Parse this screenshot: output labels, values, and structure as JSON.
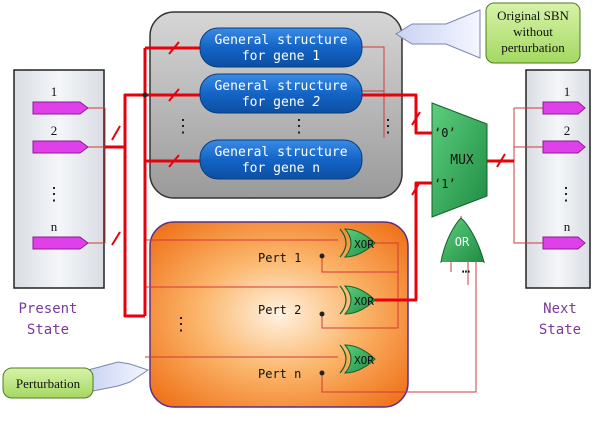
{
  "callouts": {
    "original_sbn": [
      "Original SBN",
      "without",
      "perturbation"
    ],
    "perturbation": "Perturbation"
  },
  "gene_blocks": [
    {
      "line1": "General structure",
      "line2": "for gene 1"
    },
    {
      "line1": "General structure",
      "line2": "for gene ",
      "line2_em": "2"
    },
    {
      "line1": "General structure",
      "line2": "for gene n"
    }
  ],
  "present_state": {
    "labels": [
      "1",
      "2",
      "n"
    ],
    "dots": "⋮",
    "caption_line1": "Present",
    "caption_line2": "State"
  },
  "next_state": {
    "labels": [
      "1",
      "2",
      "n"
    ],
    "dots": "⋮",
    "caption_line1": "Next",
    "caption_line2": "State"
  },
  "mux": {
    "label": "MUX",
    "in0": "‘0’",
    "in1": "‘1’"
  },
  "or_gate": {
    "label": "OR",
    "dots": "⋯"
  },
  "perturbations": [
    {
      "label": "Pert 1",
      "gate": "XOR"
    },
    {
      "label": "Pert 2",
      "gate": "XOR"
    },
    {
      "label": "Pert n",
      "gate": "XOR"
    }
  ],
  "orange_dots": "⋮",
  "gray_dots": [
    "⋮",
    "⋮",
    "⋮"
  ],
  "colors": {
    "wire_red": "#e8000b",
    "thin_red": "#d23a3a",
    "gene_block": "#1567c9",
    "gray_box": "#b4b4b4",
    "orange_box": "#f57e1f",
    "green": "#2fa856",
    "magenta": "#e040e8",
    "callout_green": "#b7e47a",
    "text_purple": "#7a3a9c"
  }
}
